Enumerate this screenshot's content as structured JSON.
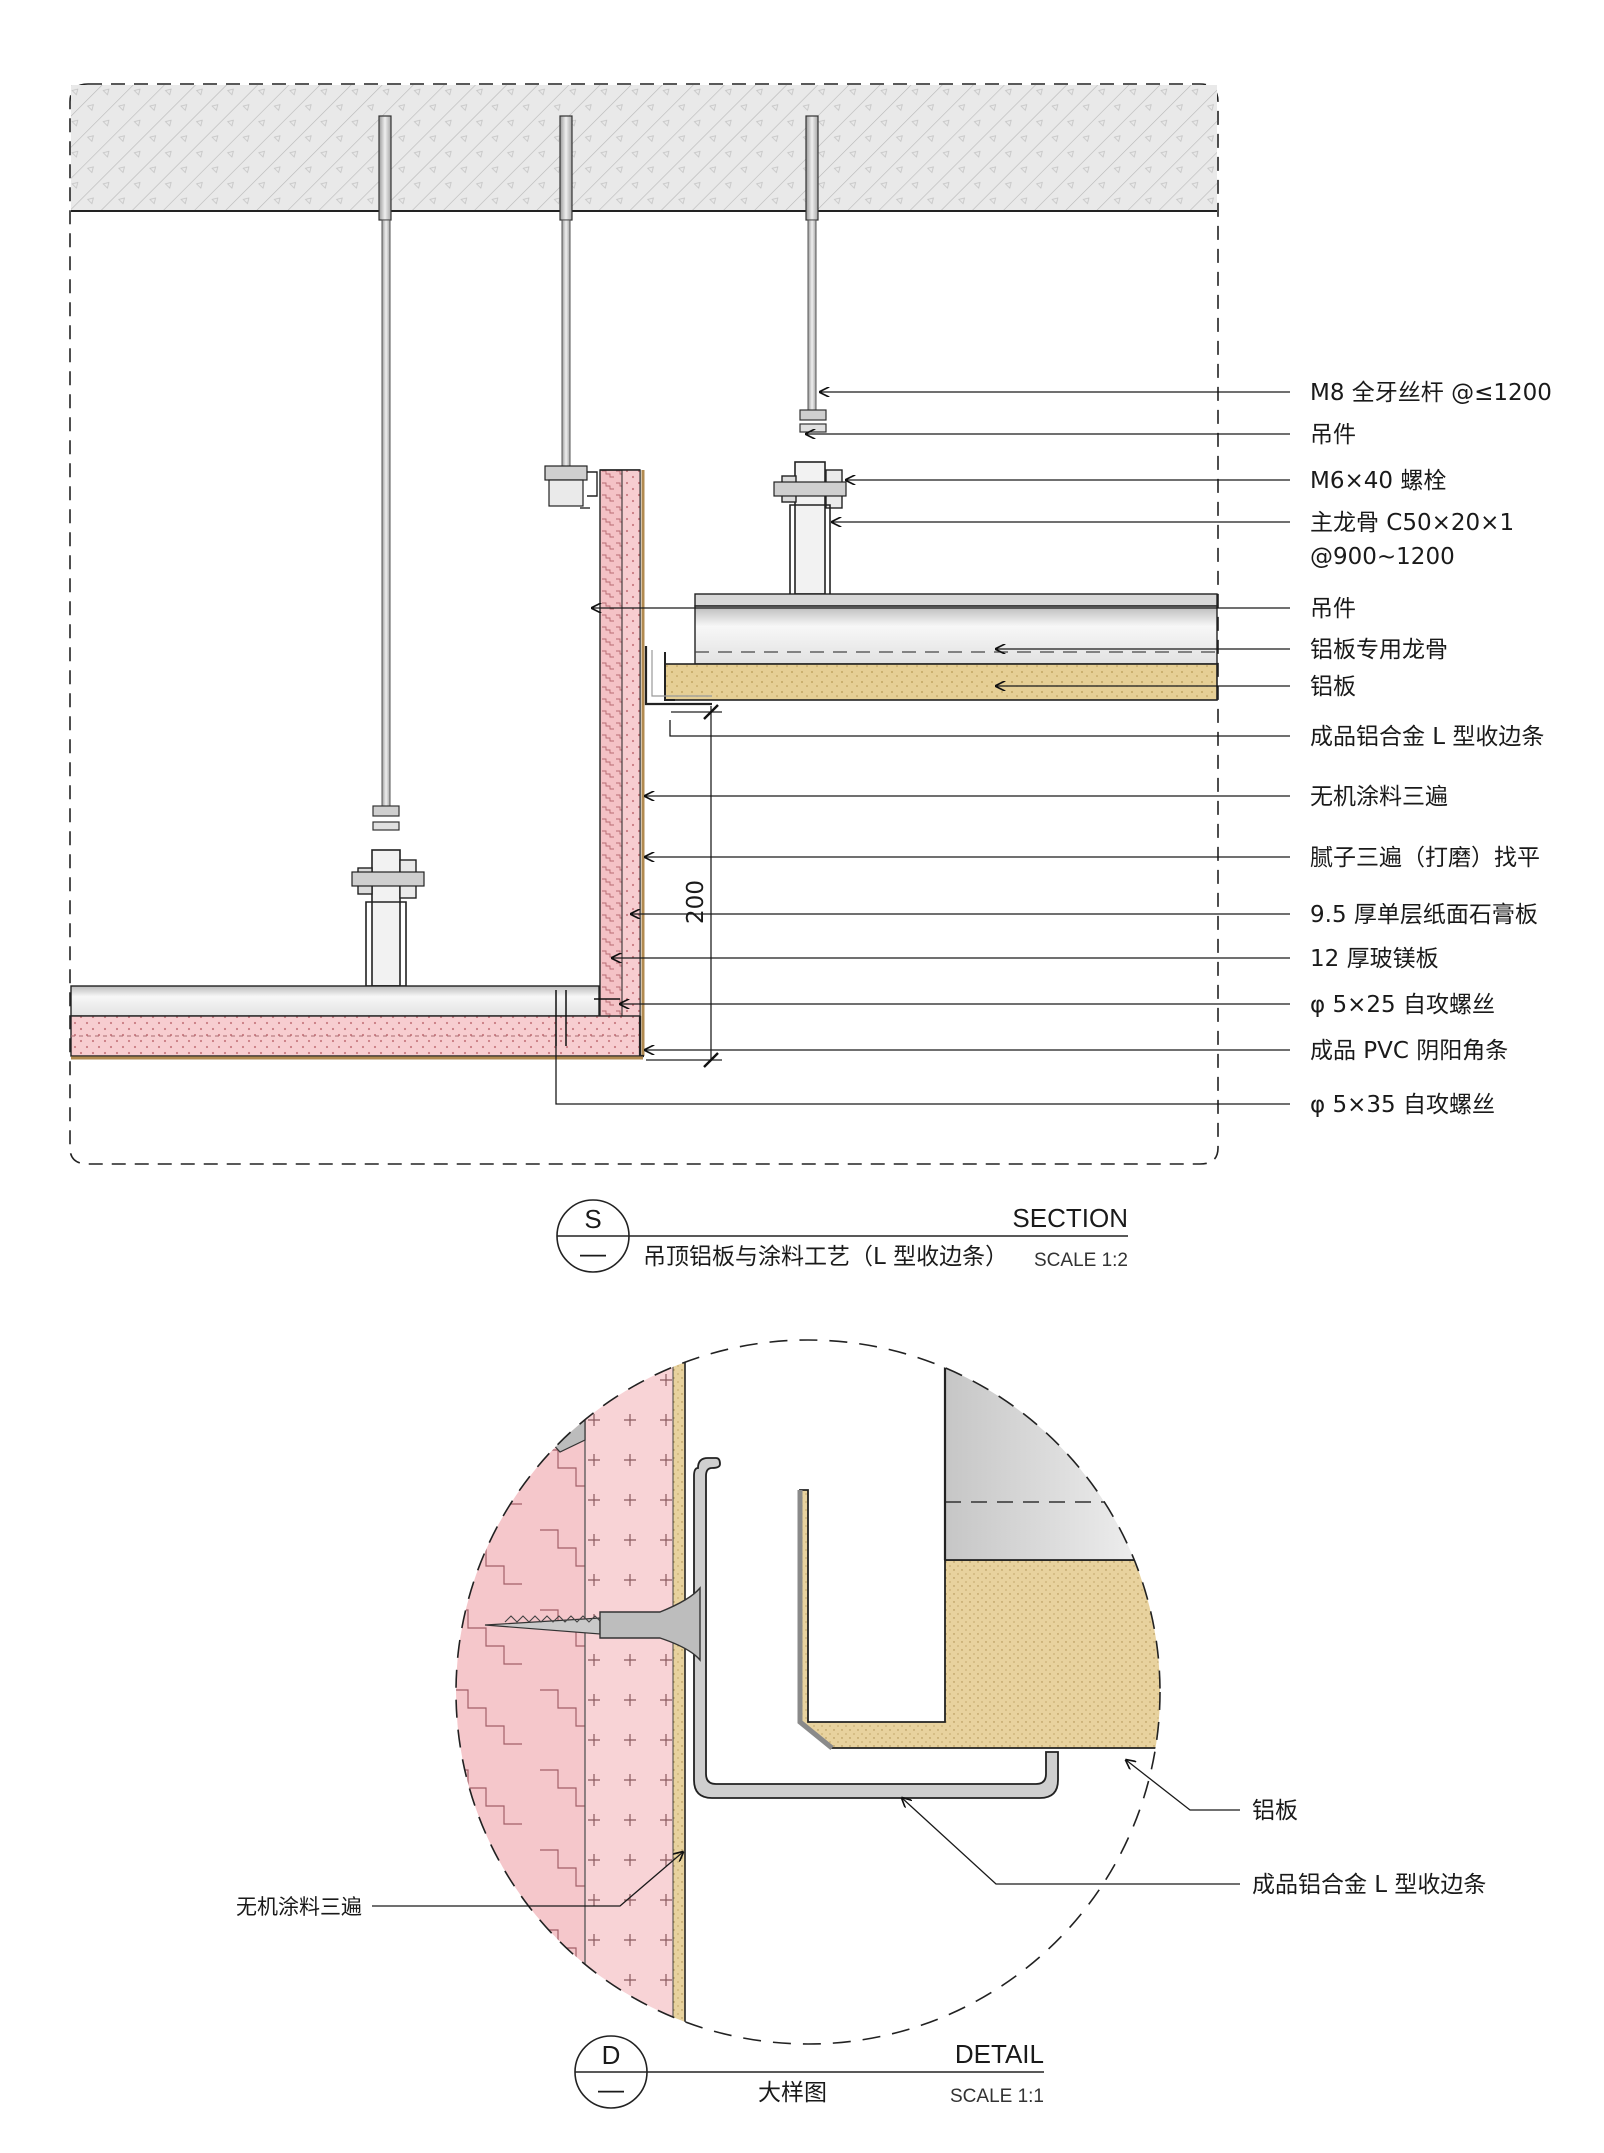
{
  "colors": {
    "concrete": "#e8e8e8",
    "pink_board": "#f6c9cc",
    "gypsum_pink": "#f9d6d8",
    "aluminum_panel": "#e9d39a",
    "putty": "#e6c98c",
    "steel": "#d9d9d9",
    "line": "#222222"
  },
  "section": {
    "labels": {
      "rod": "M8 全牙丝杆 @≤1200",
      "hanger1": "吊件",
      "bolt": "M6×40 螺栓",
      "main_keel_line1": "主龙骨 C50×20×1",
      "main_keel_line2": "@900~1200",
      "hanger2": "吊件",
      "alu_keel": "铝板专用龙骨",
      "alu_panel": "铝板",
      "l_trim": "成品铝合金 L 型收边条",
      "coating": "无机涂料三遍",
      "putty": "腻子三遍（打磨）找平",
      "gypsum": "9.5 厚单层纸面石膏板",
      "mgo_board": "12 厚玻镁板",
      "screw_25": "φ 5×25 自攻螺丝",
      "pvc_corner": "成品 PVC 阴阳角条",
      "screw_35": "φ 5×35 自攻螺丝"
    },
    "dimension": "200",
    "title": {
      "mark": "S",
      "sub_mark": "—",
      "kind": "SECTION",
      "name": "吊顶铝板与涂料工艺（L 型收边条）",
      "scale": "SCALE 1:2"
    }
  },
  "detail": {
    "labels": {
      "alu_panel": "铝板",
      "l_trim": "成品铝合金 L 型收边条",
      "coating": "无机涂料三遍"
    },
    "title": {
      "mark": "D",
      "sub_mark": "—",
      "kind": "DETAIL",
      "name": "大样图",
      "scale": "SCALE 1:1"
    }
  }
}
